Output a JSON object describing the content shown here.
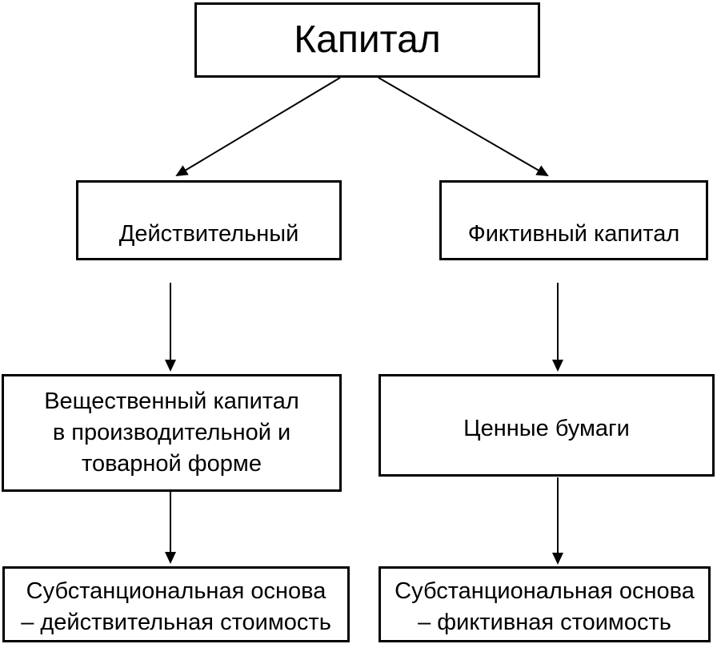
{
  "diagram": {
    "title": "Капитал",
    "colors": {
      "background": "#ffffff",
      "border": "#000000",
      "text": "#000000",
      "arrow": "#000000"
    },
    "nodes": {
      "root": {
        "label": "Капитал"
      },
      "real": {
        "label": "Действительный"
      },
      "fictitious": {
        "label": "Фиктивный капитал"
      },
      "material": {
        "line1": "Вещественный капитал",
        "line2": "в производительной и",
        "line3": "товарной форме"
      },
      "securities": {
        "label": "Ценные бумаги"
      },
      "real_basis": {
        "line1": "Субстанциональная основа",
        "line2": "– действительная стоимость"
      },
      "fictitious_basis": {
        "line1": "Субстанциональная основа",
        "line2": "– фиктивная стоимость"
      }
    },
    "edges": [
      {
        "from": "root",
        "to": "real"
      },
      {
        "from": "root",
        "to": "fictitious"
      },
      {
        "from": "real",
        "to": "material"
      },
      {
        "from": "fictitious",
        "to": "securities"
      },
      {
        "from": "material",
        "to": "real_basis"
      },
      {
        "from": "securities",
        "to": "fictitious_basis"
      }
    ]
  }
}
